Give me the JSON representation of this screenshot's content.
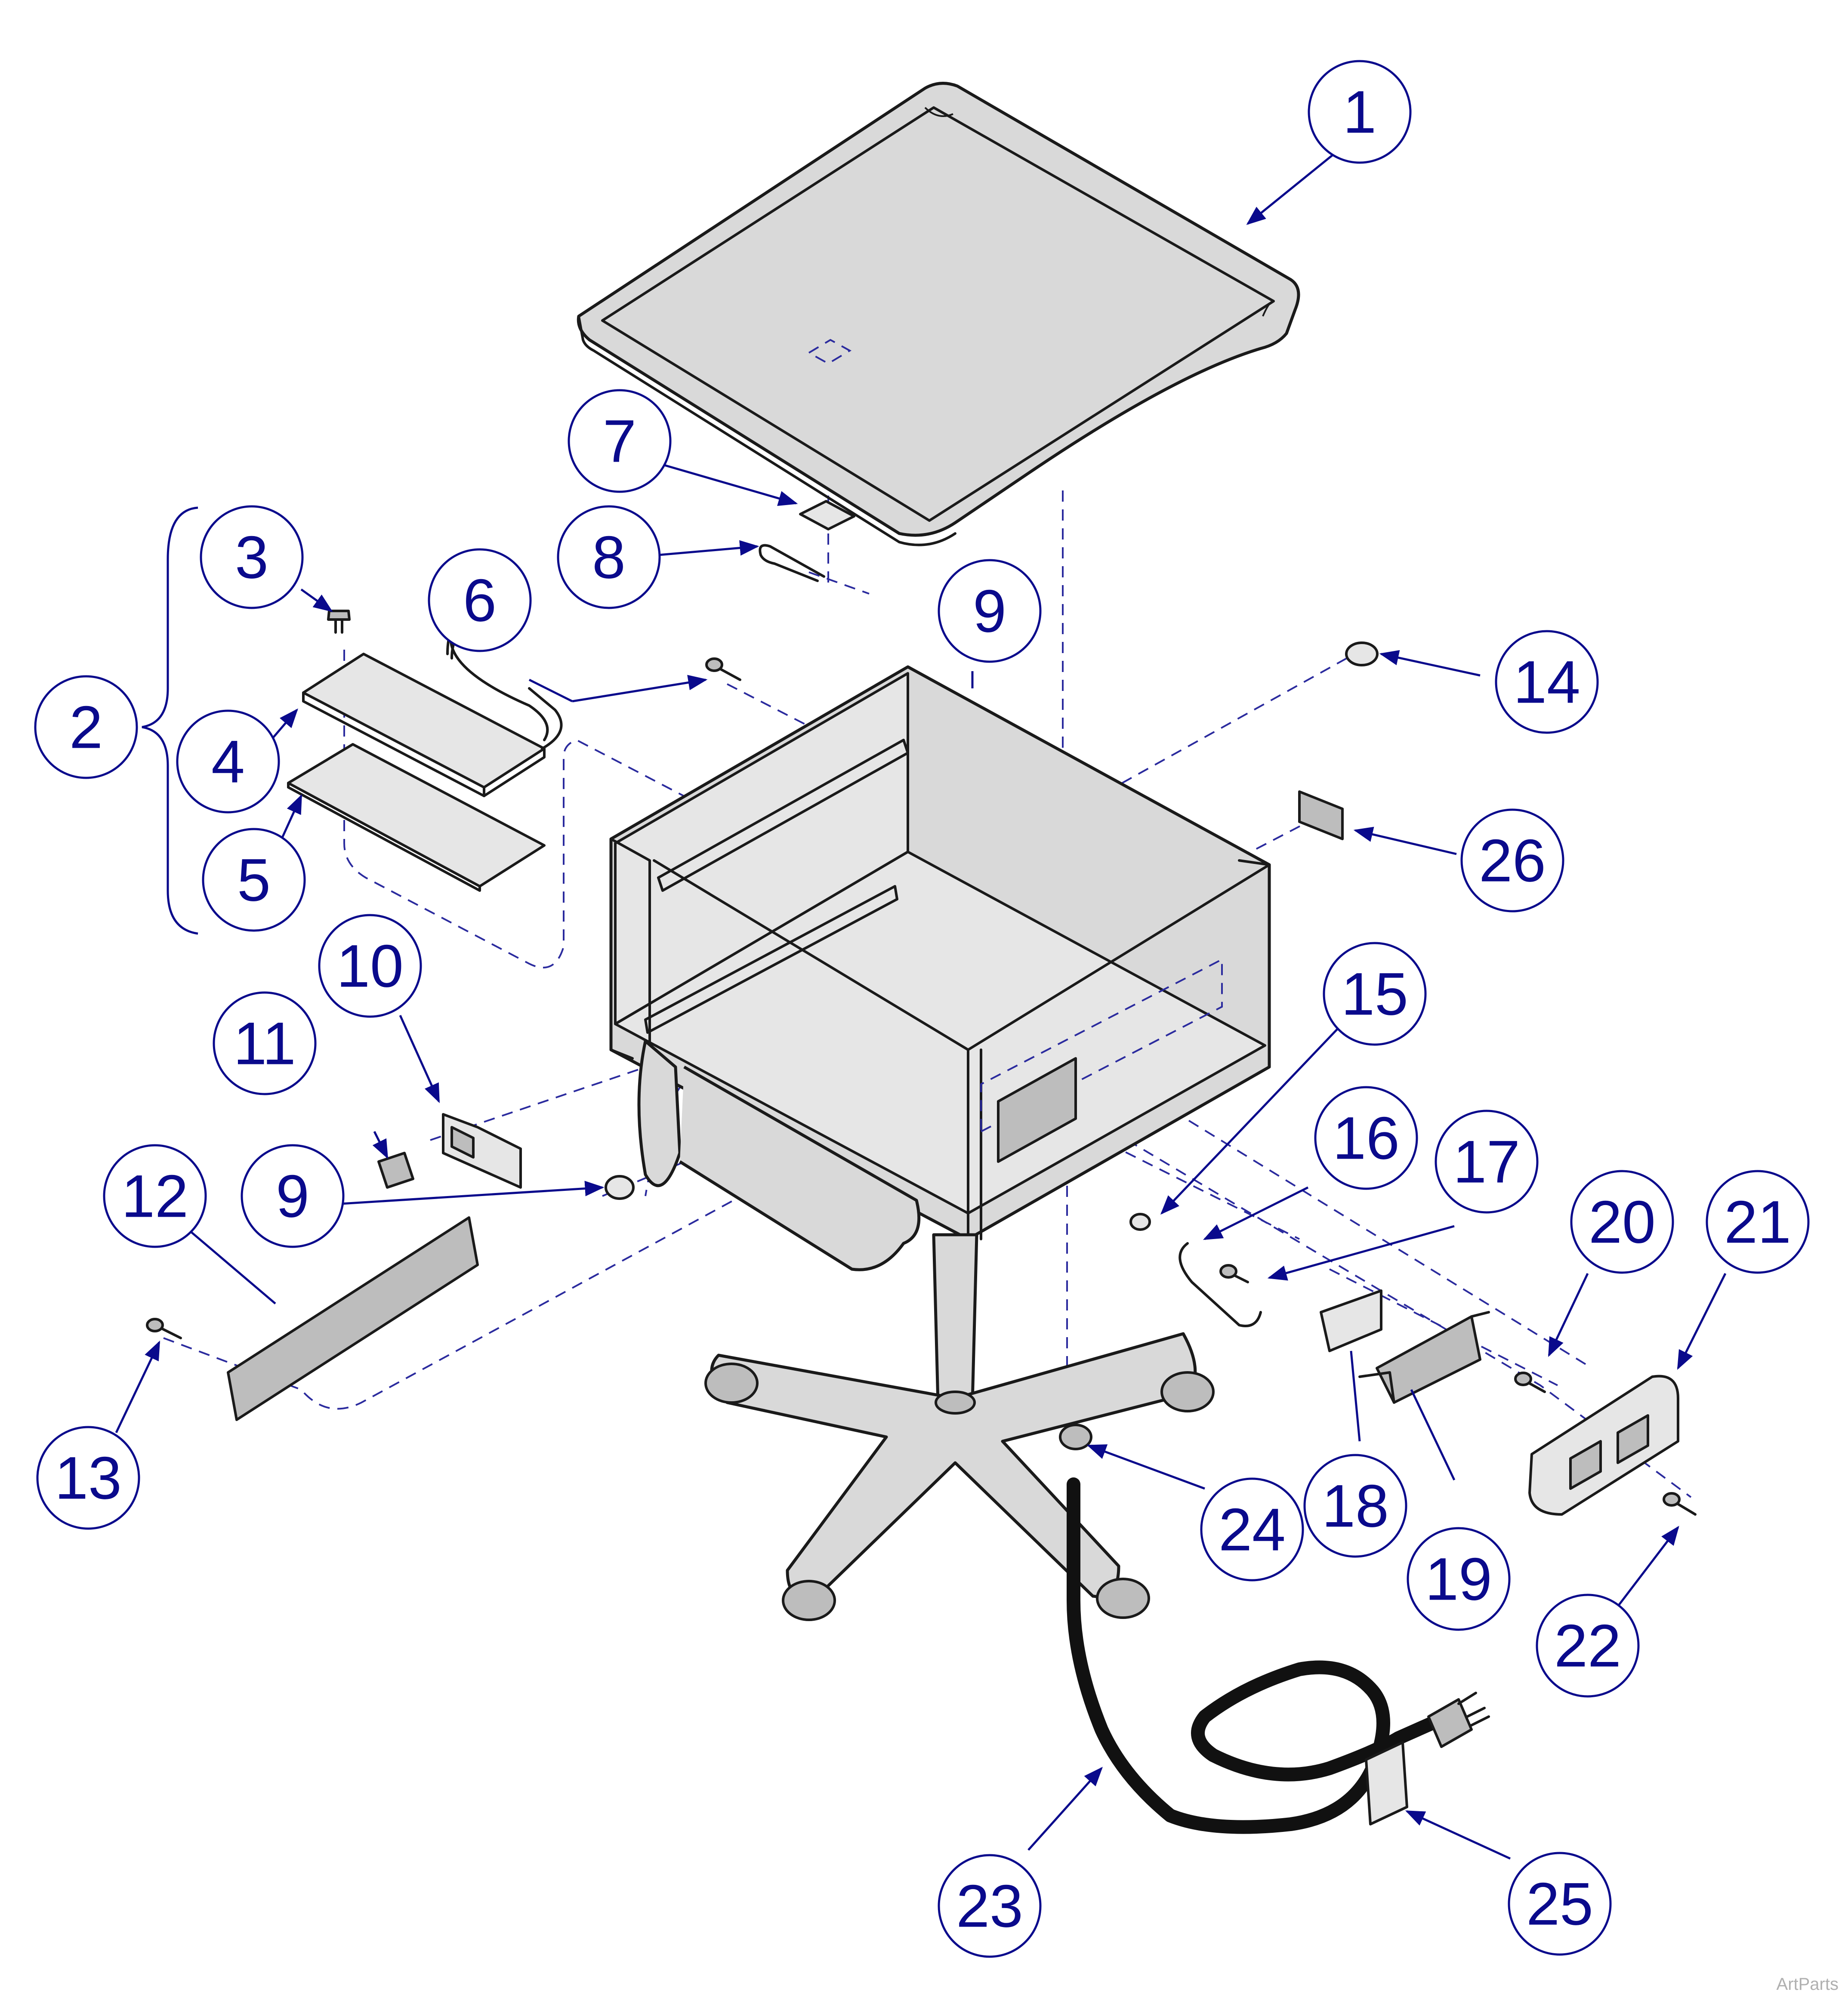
{
  "diagram": {
    "callouts": [
      {
        "id": "c1",
        "label": "1"
      },
      {
        "id": "c2",
        "label": "2"
      },
      {
        "id": "c3",
        "label": "3"
      },
      {
        "id": "c4",
        "label": "4"
      },
      {
        "id": "c5",
        "label": "5"
      },
      {
        "id": "c6",
        "label": "6"
      },
      {
        "id": "c7",
        "label": "7"
      },
      {
        "id": "c8",
        "label": "8"
      },
      {
        "id": "c9a",
        "label": "9"
      },
      {
        "id": "c9b",
        "label": "9"
      },
      {
        "id": "c10",
        "label": "10"
      },
      {
        "id": "c11",
        "label": "11"
      },
      {
        "id": "c12",
        "label": "12"
      },
      {
        "id": "c13",
        "label": "13"
      },
      {
        "id": "c14",
        "label": "14"
      },
      {
        "id": "c15",
        "label": "15"
      },
      {
        "id": "c16",
        "label": "16"
      },
      {
        "id": "c17",
        "label": "17"
      },
      {
        "id": "c18",
        "label": "18"
      },
      {
        "id": "c19",
        "label": "19"
      },
      {
        "id": "c20",
        "label": "20"
      },
      {
        "id": "c21",
        "label": "21"
      },
      {
        "id": "c22",
        "label": "22"
      },
      {
        "id": "c23",
        "label": "23"
      },
      {
        "id": "c24",
        "label": "24"
      },
      {
        "id": "c25",
        "label": "25"
      },
      {
        "id": "c26",
        "label": "26"
      }
    ],
    "watermark": "ArtParts",
    "colors": {
      "callout": "#0a0a8c",
      "part_fill": "#d9d9d9",
      "outline": "#1a1a1a",
      "cord": "#111111"
    }
  }
}
